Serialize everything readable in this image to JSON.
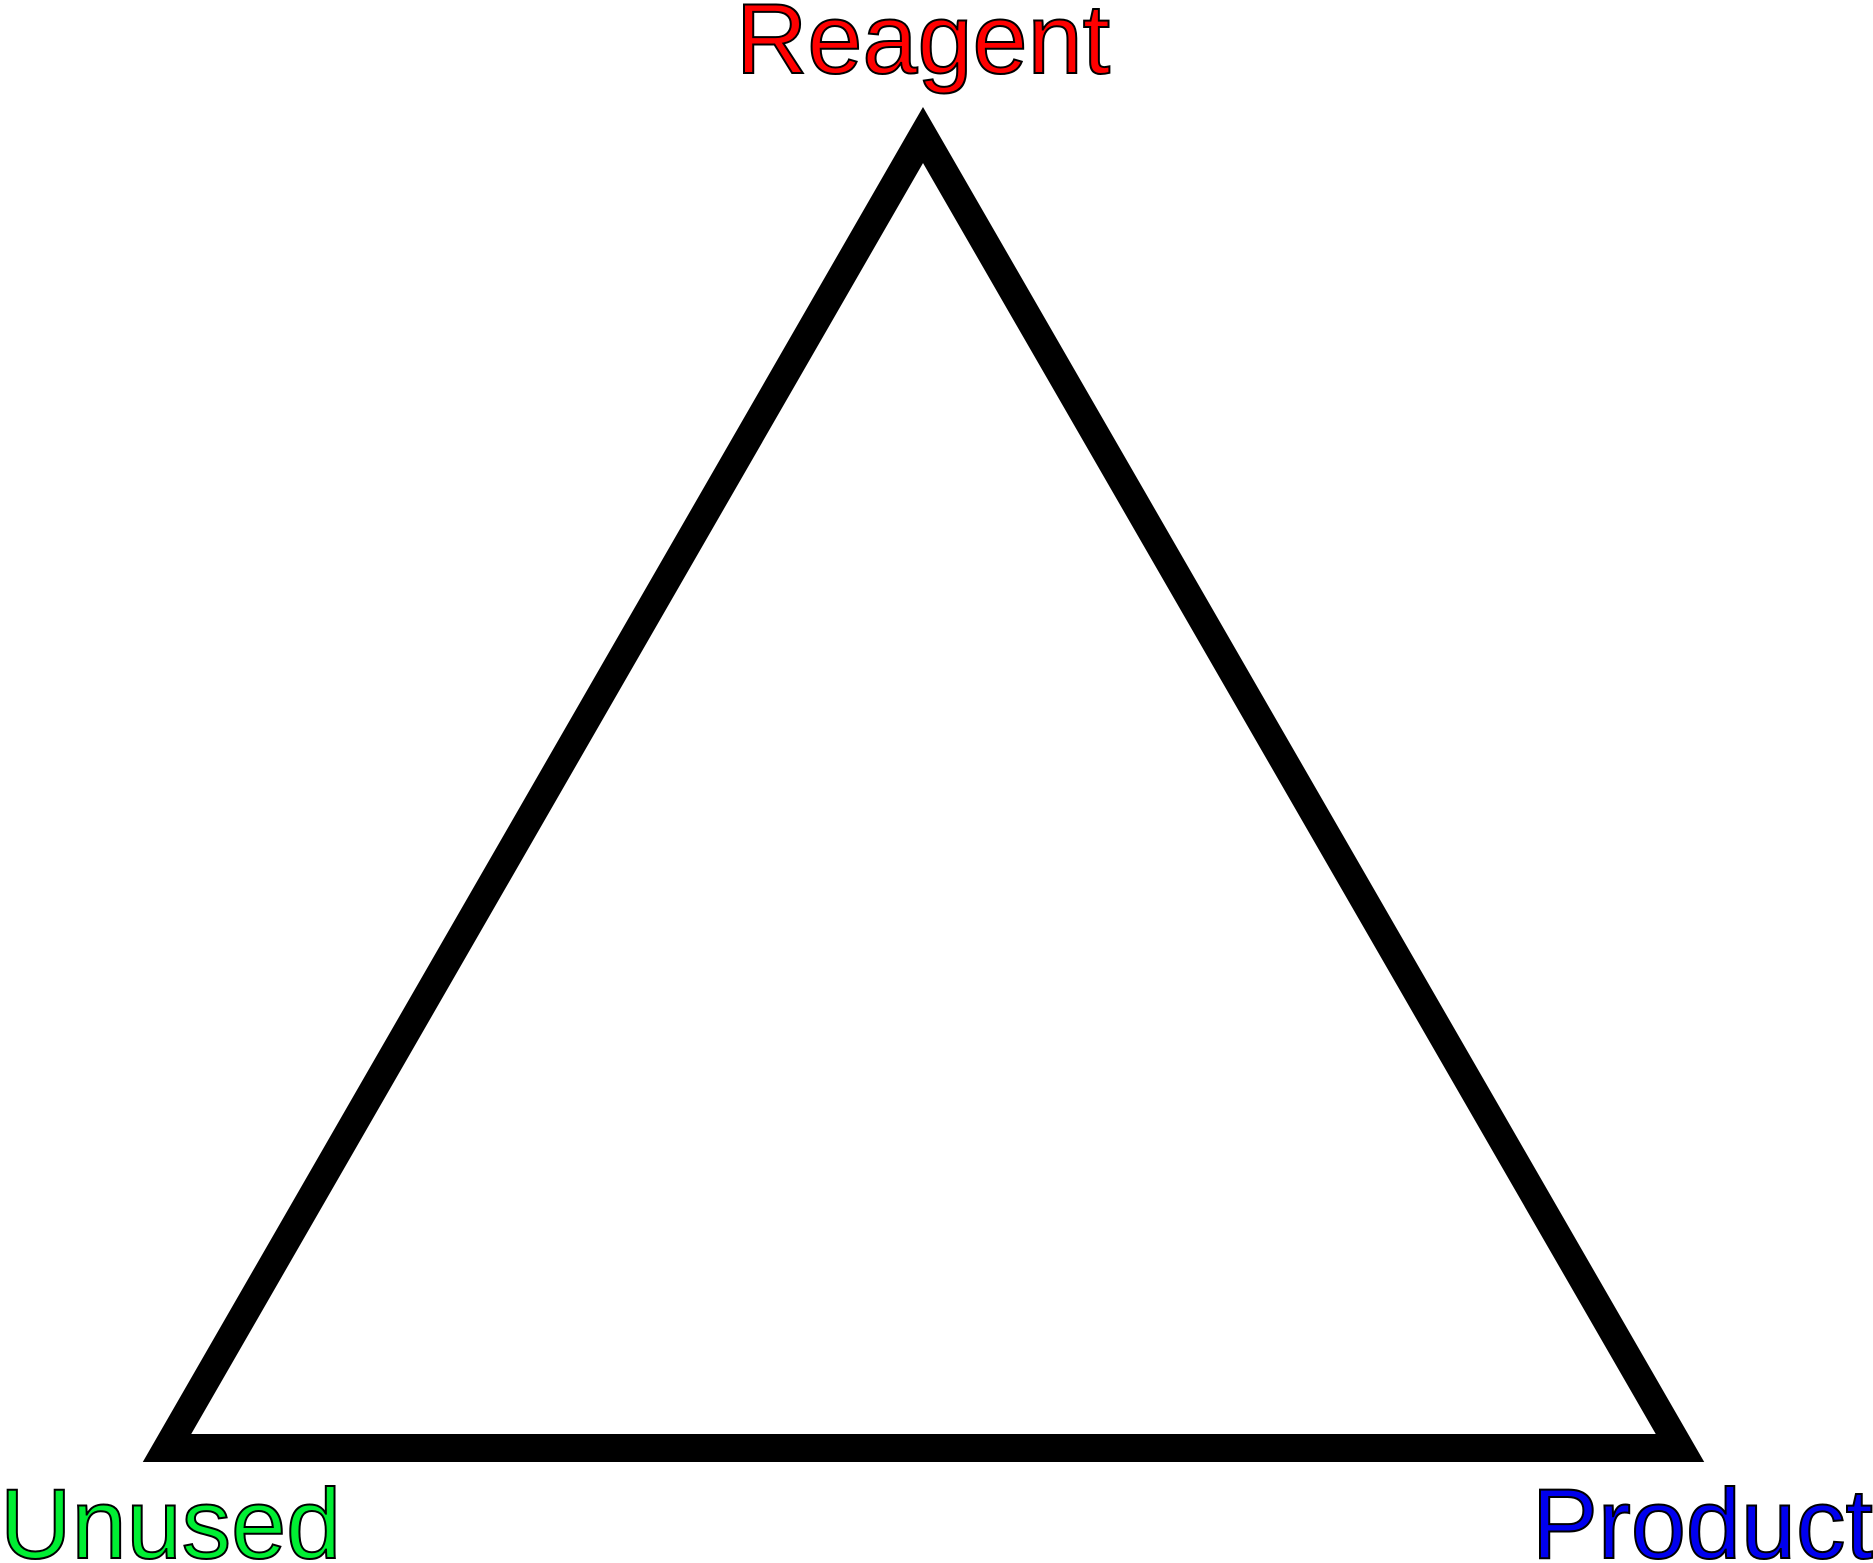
{
  "diagram": {
    "shape": "triangle",
    "vertices": {
      "top": {
        "label": "Reagent",
        "color": "#ff0000"
      },
      "bottom_left": {
        "label": "Unused",
        "color": "#00ee33"
      },
      "bottom_right": {
        "label": "Product",
        "color": "#0000ee"
      }
    },
    "outline_color": "#000000"
  }
}
